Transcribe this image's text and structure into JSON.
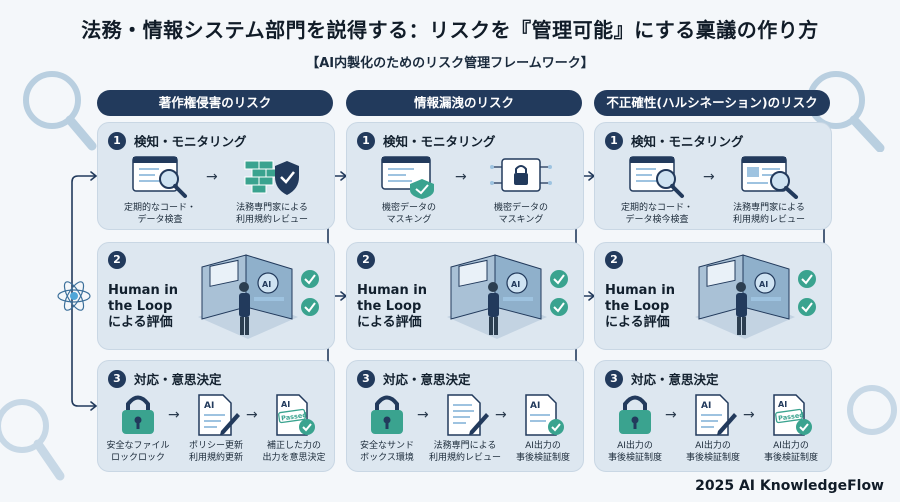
{
  "title": "法務・情報システム部門を説得する：リスクを『管理可能』にする稟議の作り方",
  "subtitle": "【AI内製化のためのリスク管理フレームワーク】",
  "footer": "2025 AI KnowledgeFlow",
  "columns": [
    {
      "header": "著作権侵害のリスク",
      "step1": {
        "num": "1",
        "title": "検知・モニタリング",
        "items": [
          {
            "lines": [
              "定期的なコード・",
              "データ検査"
            ],
            "icon": "code-search-icon"
          },
          {
            "lines": [
              "法務専門家による",
              "利用規約レビュー"
            ],
            "icon": "firewall-shield-icon"
          }
        ]
      },
      "step2": {
        "num": "2",
        "lines": [
          "Human in",
          "the Loop",
          "による評価"
        ]
      },
      "step3": {
        "num": "3",
        "title": "対応・意思決定",
        "items": [
          {
            "lines": [
              "安全なファイル",
              "ロックロック"
            ],
            "icon": "lock-icon"
          },
          {
            "lines": [
              "ポリシー更新",
              "利用規約更新"
            ],
            "icon": "ai-doc-pen-icon"
          },
          {
            "lines": [
              "補正した力の",
              "出力を意思決定"
            ],
            "icon": "passed-doc-icon"
          }
        ]
      }
    },
    {
      "header": "情報漏洩のリスク",
      "step1": {
        "num": "1",
        "title": "検知・モニタリング",
        "items": [
          {
            "lines": [
              "機密データの",
              "マスキング"
            ],
            "icon": "code-check-icon"
          },
          {
            "lines": [
              "機密データの",
              "マスキング"
            ],
            "icon": "circuit-lock-icon"
          }
        ]
      },
      "step2": {
        "num": "2",
        "lines": [
          "Human in",
          "the Loop",
          "による評価"
        ]
      },
      "step3": {
        "num": "3",
        "title": "対応・意思決定",
        "items": [
          {
            "lines": [
              "安全なサンド",
              "ボックス環境"
            ],
            "icon": "lock-icon"
          },
          {
            "lines": [
              "法務専門による",
              "利用規約レビュー"
            ],
            "icon": "doc-pen-icon"
          },
          {
            "lines": [
              "AI出力の",
              "事後検証制度"
            ],
            "icon": "ai-doc-check-icon"
          }
        ]
      }
    },
    {
      "header": "不正確性(ハルシネーション)のリスク",
      "step1": {
        "num": "1",
        "title": "検知・モニタリング",
        "items": [
          {
            "lines": [
              "定期的なコード・",
              "データ検今検査"
            ],
            "icon": "code-search-icon"
          },
          {
            "lines": [
              "法務専門家による",
              "利用規約レビュー"
            ],
            "icon": "doc-search-icon"
          }
        ]
      },
      "step2": {
        "num": "2",
        "lines": [
          "Human in",
          "the Loop",
          "による評価"
        ]
      },
      "step3": {
        "num": "3",
        "title": "対応・意思決定",
        "items": [
          {
            "lines": [
              "AI出力の",
              "事後検証制度"
            ],
            "icon": "lock-icon"
          },
          {
            "lines": [
              "AI出力の",
              "事後検証制度"
            ],
            "icon": "ai-doc-pen-icon"
          },
          {
            "lines": [
              "AI出力の",
              "事後検証制度"
            ],
            "icon": "passed-doc-icon"
          }
        ]
      }
    }
  ],
  "icon_text": {
    "ai": "AI",
    "passed": "Passed"
  },
  "colors": {
    "navy": "#223a5c",
    "panel": "#dde7f0",
    "teal": "#3aa38f",
    "light_blue": "#9ec3e0"
  }
}
